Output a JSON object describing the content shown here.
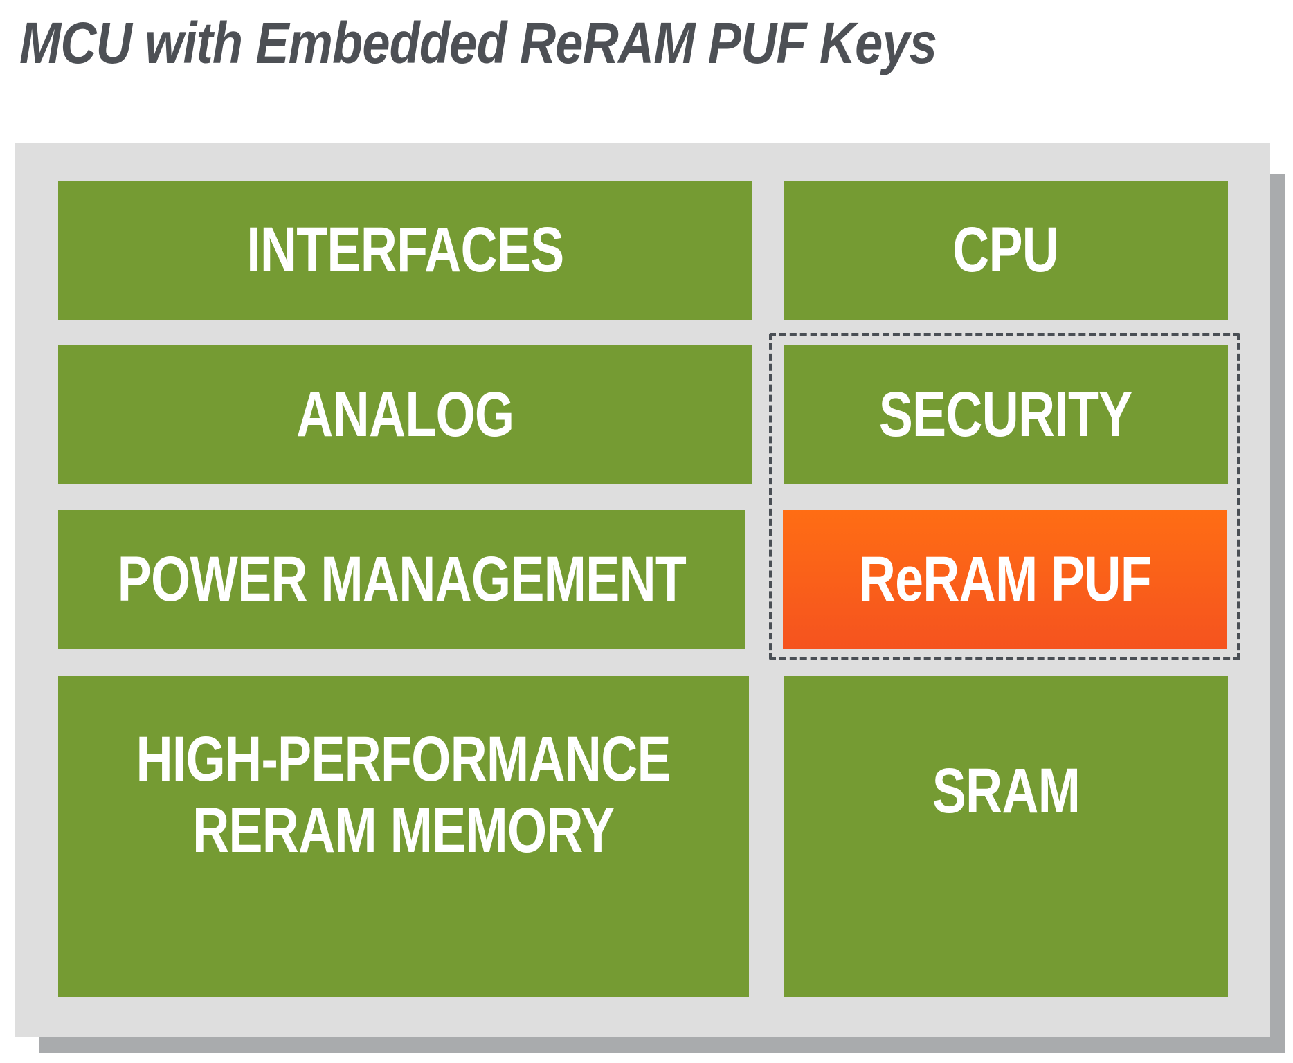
{
  "title": "MCU with Embedded ReRAM PUF Keys",
  "colors": {
    "block_green": "#759b33",
    "highlight_orange": "#ff6d14",
    "panel_gray": "#dedede",
    "shadow_gray": "#a9abad",
    "title_gray": "#4d5055",
    "dashed_outline": "#4a4f55"
  },
  "blocks": {
    "interfaces": "INTERFACES",
    "cpu": "CPU",
    "analog": "ANALOG",
    "security": "SECURITY",
    "power_management": "POWER MANAGEMENT",
    "reram_puf": "ReRAM PUF",
    "memory_line1": "HIGH-PERFORMANCE",
    "memory_line2": "RERAM MEMORY",
    "sram": "SRAM"
  },
  "groups": {
    "security_group": [
      "SECURITY",
      "ReRAM PUF"
    ]
  }
}
